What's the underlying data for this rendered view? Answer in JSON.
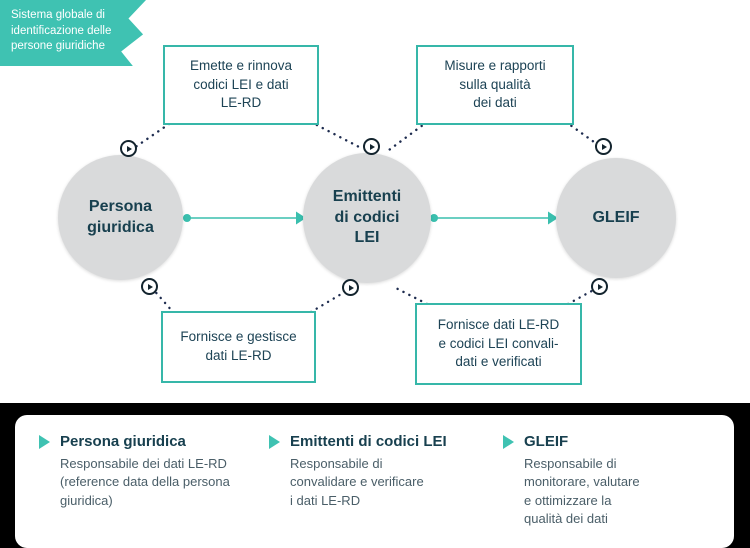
{
  "badge": {
    "text": "Sistema globale di\nidentificazione delle\npersone giuridiche"
  },
  "nodes": {
    "persona": {
      "label": "Persona\ngiuridica"
    },
    "emittenti": {
      "label": "Emittenti\ndi codici\nLEI"
    },
    "gleif": {
      "label": "GLEIF"
    }
  },
  "boxes": {
    "top_left": {
      "text": "Emette e rinnova\ncodici LEI e dati\nLE-RD"
    },
    "top_right": {
      "text": "Misure e rapporti\nsulla qualità\ndei dati"
    },
    "bottom_left": {
      "text": "Fornisce e gestisce\ndati LE-RD"
    },
    "bottom_right": {
      "text": "Fornisce dati LE-RD\ne codici LEI convali-\ndati e verificati"
    }
  },
  "legend": [
    {
      "title": "Persona giuridica",
      "desc": "Responsabile dei dati LE-RD\n(reference data della persona\ngiuridica)"
    },
    {
      "title": "Emittenti  di codici LEI",
      "desc": "Responsabile di\nconvalidare e verificare\ni dati LE-RD"
    },
    {
      "title": "GLEIF",
      "desc": "Responsabile di\nmonitorare, valutare\ne ottimizzare la\nqualità dei dati"
    }
  ],
  "icons": {
    "node_marker": "play-circle-icon",
    "legend_marker": "play-triangle-icon"
  },
  "colors": {
    "teal": "#3fc2b2",
    "navy_text": "#18404f",
    "box_border": "#36b7a9",
    "circle_gray": "#d9dadb",
    "dotted_line": "#1e2c4f",
    "legend_body": "#4a5e68"
  }
}
